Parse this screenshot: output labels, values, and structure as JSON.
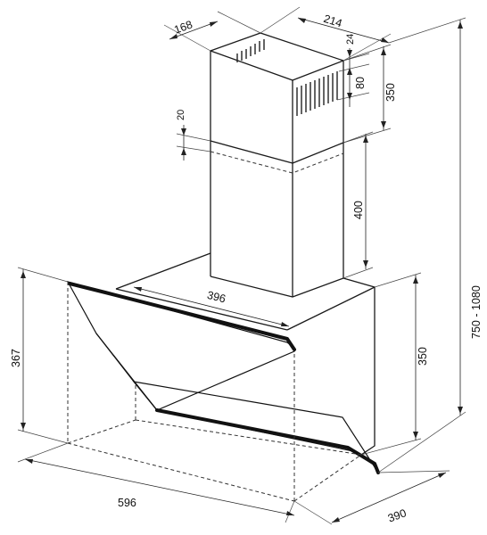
{
  "dimensions": {
    "chimney_depth": "168",
    "chimney_width": "214",
    "top_offset": "24",
    "vent_height": "80",
    "upper_chimney": "350",
    "overlap": "20",
    "lower_chimney": "400",
    "total_height": "750 - 1080",
    "base_chimney": "396",
    "hood_front_height": "367",
    "hood_body_height": "350",
    "hood_width": "596",
    "hood_depth": "390"
  }
}
